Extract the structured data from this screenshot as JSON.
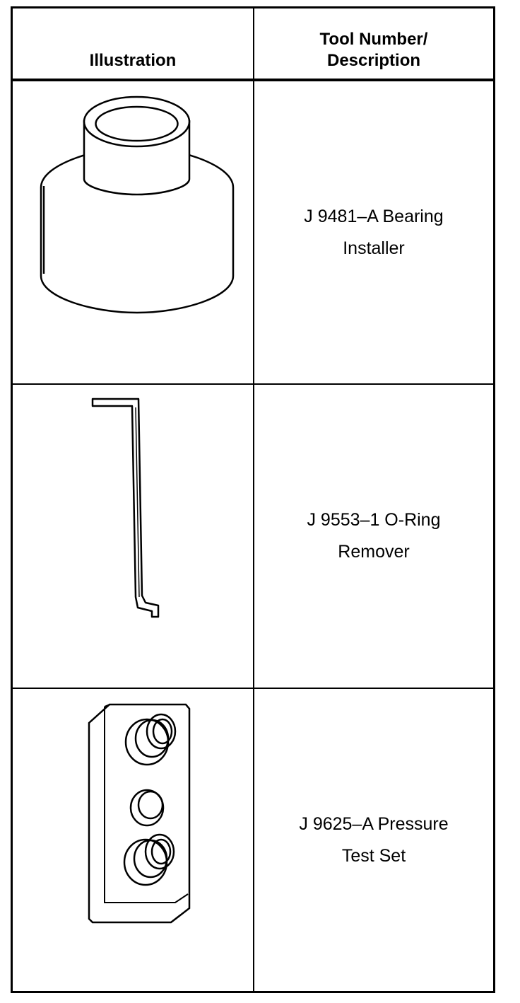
{
  "header": {
    "illustration": "Illustration",
    "tool_number": "Tool Number/ Description"
  },
  "rows": [
    {
      "icon": "bearing-installer-icon",
      "description": "J 9481–A Bearing Installer"
    },
    {
      "icon": "o-ring-remover-icon",
      "description": "J 9553–1 O-Ring Remover"
    },
    {
      "icon": "pressure-test-set-icon",
      "description": "J 9625–A Pressure Test Set"
    }
  ]
}
